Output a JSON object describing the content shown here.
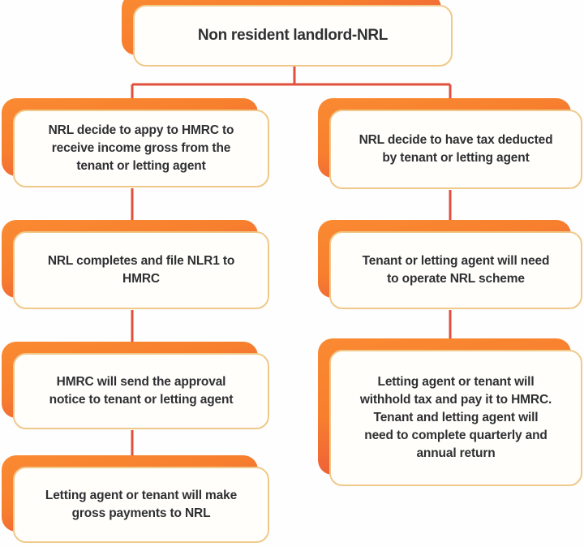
{
  "diagram": {
    "type": "flowchart",
    "title": "Non resident landlord-NRL",
    "accent_color": "#F7842F",
    "accent_color_end": "#E64F3C",
    "card_background": "#FFFEFB",
    "card_border_color": "#EFC98A",
    "connector_color": "#E0503C",
    "text_color": "#2F3033",
    "background": "#FFFFFF",
    "root": {
      "id": "root",
      "label": "Non resident landlord-NRL"
    },
    "branches": [
      {
        "id": "branch-left",
        "name": "gross-payment-route",
        "steps": [
          {
            "id": "left-step-1",
            "label": "NRL decide to appy to HMRC to\nreceive income gross from the\ntenant or letting agent"
          },
          {
            "id": "left-step-2",
            "label": "NRL completes and file NLR1 to\nHMRC"
          },
          {
            "id": "left-step-3",
            "label": "HMRC will send the approval\nnotice to tenant or letting agent"
          },
          {
            "id": "left-step-4",
            "label": "Letting agent or tenant will make\ngross payments to NRL"
          }
        ]
      },
      {
        "id": "branch-right",
        "name": "tax-deducted-route",
        "steps": [
          {
            "id": "right-step-1",
            "label": "NRL decide to have tax deducted\nby tenant or letting agent"
          },
          {
            "id": "right-step-2",
            "label": "Tenant or letting agent will need\nto operate NRL scheme"
          },
          {
            "id": "right-step-3",
            "label": "Letting agent or tenant will\nwithhold tax and pay it to HMRC.\nTenant and letting agent will\nneed to complete quarterly and\nannual return"
          }
        ]
      }
    ]
  }
}
